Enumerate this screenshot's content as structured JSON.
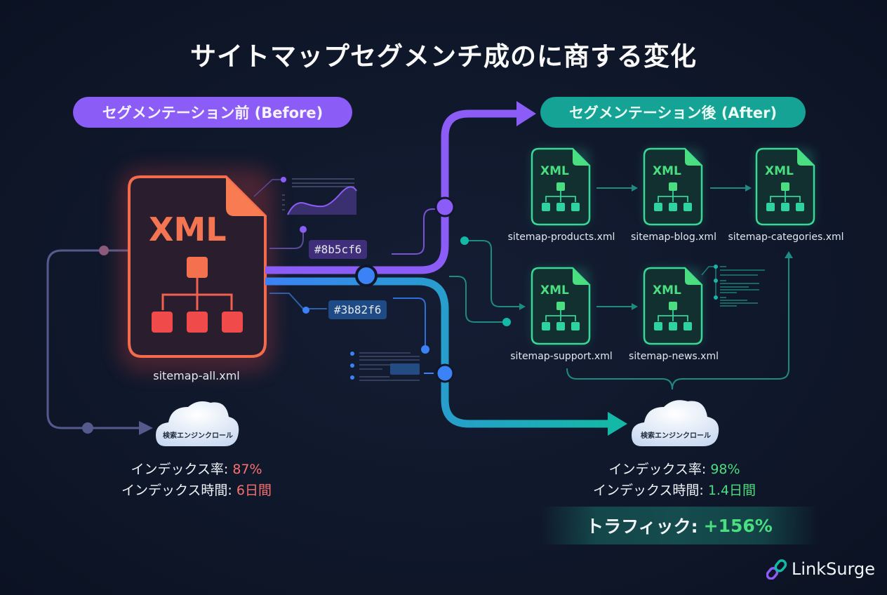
{
  "title": "サイトマップセグメンチ成のに商する変化",
  "before": {
    "badge": "セグメンテーション前 (Before)",
    "file": {
      "label": "XML",
      "name": "sitemap-all.xml"
    },
    "crawl_label": "検索エンジンクロール",
    "index_rate_label": "インデックス率:",
    "index_rate_value": "87%",
    "index_time_label": "インデックス時間:",
    "index_time_value": "6日間"
  },
  "after": {
    "badge": "セグメンテーション後 (After)",
    "files": [
      {
        "label": "XML",
        "name": "sitemap-products.xml"
      },
      {
        "label": "XML",
        "name": "sitemap-blog.xml"
      },
      {
        "label": "XML",
        "name": "sitemap-categories.xml"
      },
      {
        "label": "XML",
        "name": "sitemap-support.xml"
      },
      {
        "label": "XML",
        "name": "sitemap-news.xml"
      }
    ],
    "crawl_label": "検索エンジンクロール",
    "index_rate_label": "インデックス率:",
    "index_rate_value": "98%",
    "index_time_label": "インデックス時間:",
    "index_time_value": "1.4日間",
    "traffic_label": "トラフィック:",
    "traffic_value": "+156%"
  },
  "color_tags": {
    "purple": "#8b5cf6",
    "blue": "#3b82f6"
  },
  "colors": {
    "before_accent": "#ef4444",
    "after_accent": "#34d399",
    "purple_line": "#8b5cf6",
    "blue_line": "#3b82f6",
    "teal_line": "#14b8a6"
  },
  "brand": {
    "name": "LinkSurge",
    "icon": "chain-link-icon"
  }
}
